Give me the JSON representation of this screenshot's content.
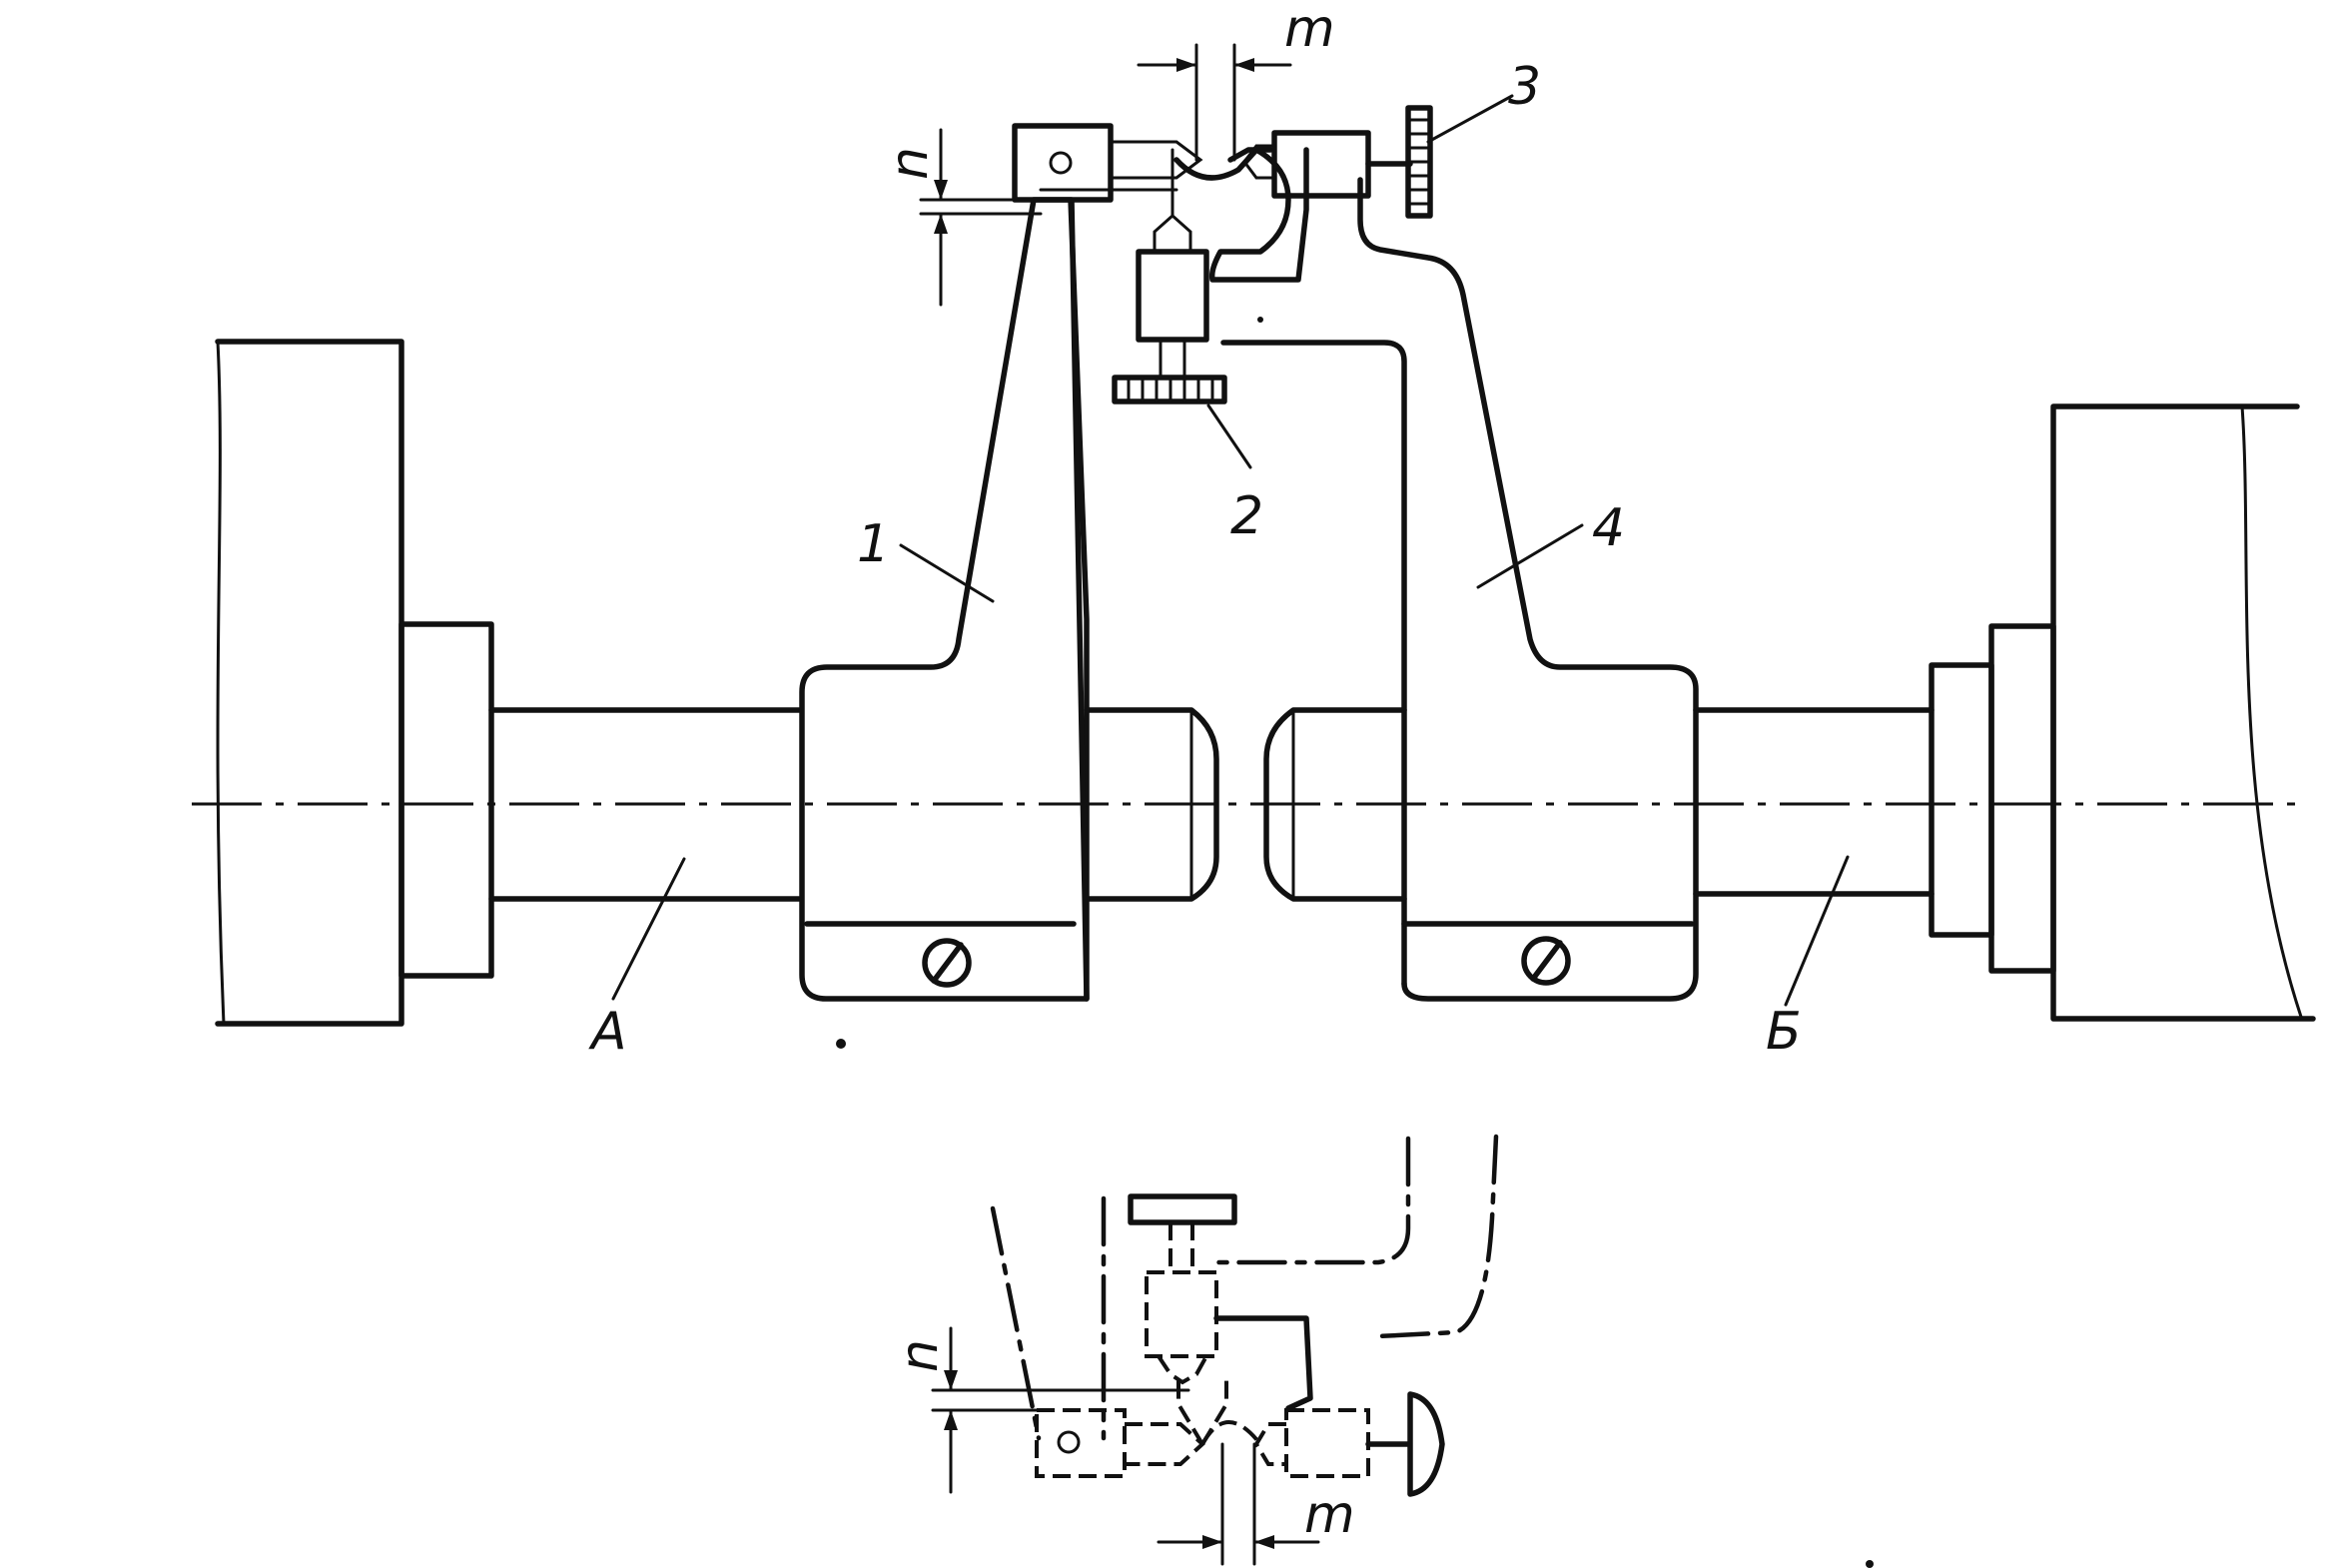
{
  "labels": {
    "part_1": "1",
    "part_2": "2",
    "part_3": "3",
    "part_4": "4",
    "shaft_a": "A",
    "shaft_b": "Б",
    "dim_t_top": "m",
    "dim_n_top": "n",
    "dim_n_bottom": "n",
    "dim_t_bottom": "m"
  }
}
